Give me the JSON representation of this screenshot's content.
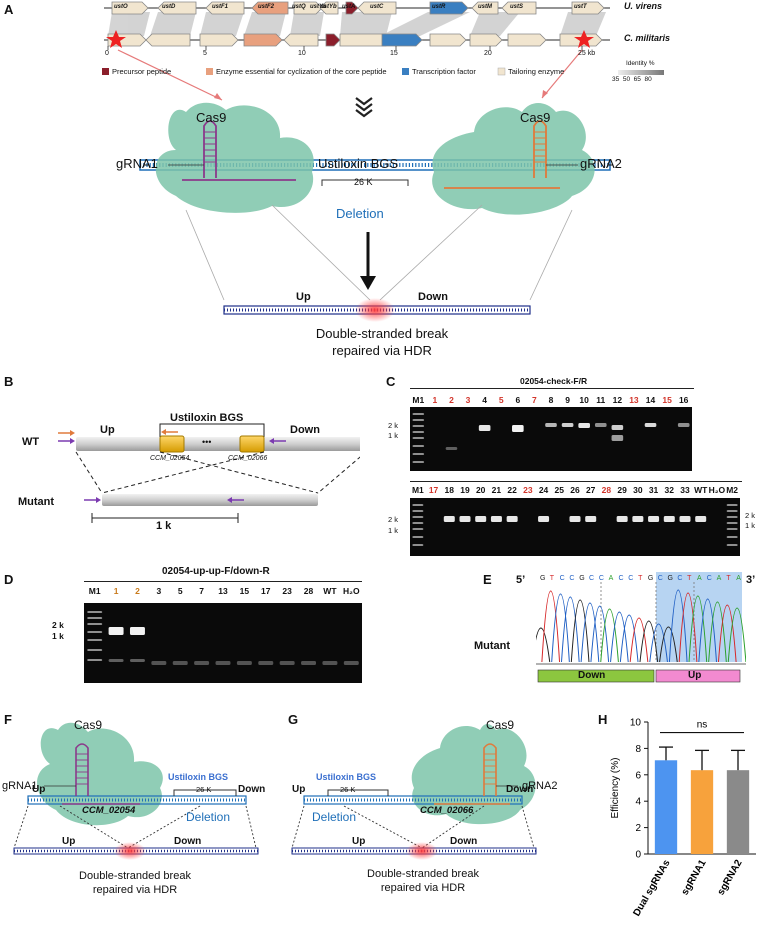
{
  "panelA": {
    "letter": "A",
    "species_top": "U. virens",
    "species_bottom": "C. militaris",
    "genes": [
      "ustO",
      "ustD",
      "ustF1",
      "ustF2",
      "ustQ",
      "ustYb",
      "ustYa",
      "ustA",
      "ustC",
      "ustR",
      "ustM",
      "ustS",
      "ustT"
    ],
    "scale": [
      "0",
      "5",
      "10",
      "15",
      "20",
      "25 kb"
    ],
    "legend": {
      "precursor": "Precursor peptide",
      "enzyme": "Enzyme essential for cyclization of the core peptide",
      "tf": "Transcription factor",
      "tailoring": "Tailoring enzyme",
      "identity_title": "Identity %",
      "identity_ticks": "35  50  65  80"
    },
    "cas9_left": "Cas9",
    "cas9_right": "Cas9",
    "grna1": "gRNA1",
    "grna2": "gRNA2",
    "bgs_label": "Ustiloxin BGS",
    "bgs_size": "26 K",
    "deletion": "Deletion",
    "up": "Up",
    "down": "Down",
    "repair_line1": "Double-stranded break",
    "repair_line2": "repaired via HDR",
    "colors": {
      "cas9": "#7cc4a9",
      "dna": "#1f6fb8",
      "grna1": "#8b3a8b",
      "grna2": "#e07a3c",
      "break": "#ff3b3b"
    }
  },
  "panelB": {
    "letter": "B",
    "wt": "WT",
    "mutant": "Mutant",
    "up": "Up",
    "down": "Down",
    "bgs": "Ustiloxin BGS",
    "dots": "•••",
    "gene1": "CCM_02054",
    "gene2": "CCM_02066",
    "size": "1 k"
  },
  "panelC": {
    "letter": "C",
    "title": "02054-check-F/R",
    "row1": [
      "M1",
      "1",
      "2",
      "3",
      "4",
      "5",
      "6",
      "7",
      "8",
      "9",
      "10",
      "11",
      "12",
      "13",
      "14",
      "15",
      "16"
    ],
    "row1_red": [
      false,
      true,
      true,
      true,
      false,
      true,
      false,
      true,
      false,
      false,
      false,
      false,
      false,
      true,
      false,
      true,
      false
    ],
    "row2": [
      "M1",
      "17",
      "18",
      "19",
      "20",
      "21",
      "22",
      "23",
      "24",
      "25",
      "26",
      "27",
      "28",
      "29",
      "30",
      "31",
      "32",
      "33",
      "WT",
      "H₂O",
      "M2"
    ],
    "row2_red": [
      false,
      true,
      false,
      false,
      false,
      false,
      false,
      true,
      false,
      false,
      false,
      false,
      true,
      false,
      false,
      false,
      false,
      false,
      false,
      false,
      false
    ],
    "mk2k": "2 k",
    "mk1k": "1 k"
  },
  "panelD": {
    "letter": "D",
    "title": "02054-up-up-F/down-R",
    "lanes": [
      "M1",
      "1",
      "2",
      "3",
      "5",
      "7",
      "13",
      "15",
      "17",
      "23",
      "28",
      "WT",
      "H₂O"
    ],
    "mk2k": "2 k",
    "mk1k": "1 k"
  },
  "panelE": {
    "letter": "E",
    "five": "5’",
    "three": "3’",
    "sequence": [
      "G",
      "T",
      "C",
      "C",
      "G",
      "C",
      "C",
      "A",
      "C",
      "C",
      "T",
      "G",
      "C",
      "G",
      "C",
      "T",
      "A",
      "C",
      "A",
      "T",
      "A"
    ],
    "mutant": "Mutant",
    "down": "Down",
    "up": "Up"
  },
  "panelF": {
    "letter": "F",
    "cas9": "Cas9",
    "grna": "gRNA1",
    "bgs": "Ustiloxin BGS",
    "size": "26 K",
    "up": "Up",
    "down": "Down",
    "gene": "CCM_02054",
    "deletion": "Deletion",
    "up2": "Up",
    "down2": "Down",
    "repair_line1": "Double-stranded break",
    "repair_line2": "repaired via HDR"
  },
  "panelG": {
    "letter": "G",
    "cas9": "Cas9",
    "grna": "gRNA2",
    "bgs": "Ustiloxin BGS",
    "size": "26 K",
    "up": "Up",
    "down": "Down",
    "gene": "CCM_02066",
    "deletion": "Deletion",
    "up2": "Up",
    "down2": "Down",
    "repair_line1": "Double-stranded break",
    "repair_line2": "repaired via HDR"
  },
  "chart_data": {
    "type": "bar",
    "letter": "H",
    "categories": [
      "Dual sgRNAs",
      "sgRNA1",
      "sgRNA2"
    ],
    "values": [
      7.1,
      6.35,
      6.35
    ],
    "errors": [
      1.0,
      1.5,
      1.5
    ],
    "colors": [
      "#4d94f0",
      "#f7a23c",
      "#8a8a8a"
    ],
    "ylabel": "Efficiency (%)",
    "ylim": [
      0,
      10
    ],
    "yticks": [
      "0",
      "2",
      "4",
      "6",
      "8",
      "10"
    ],
    "significance": "ns",
    "grid": false
  }
}
